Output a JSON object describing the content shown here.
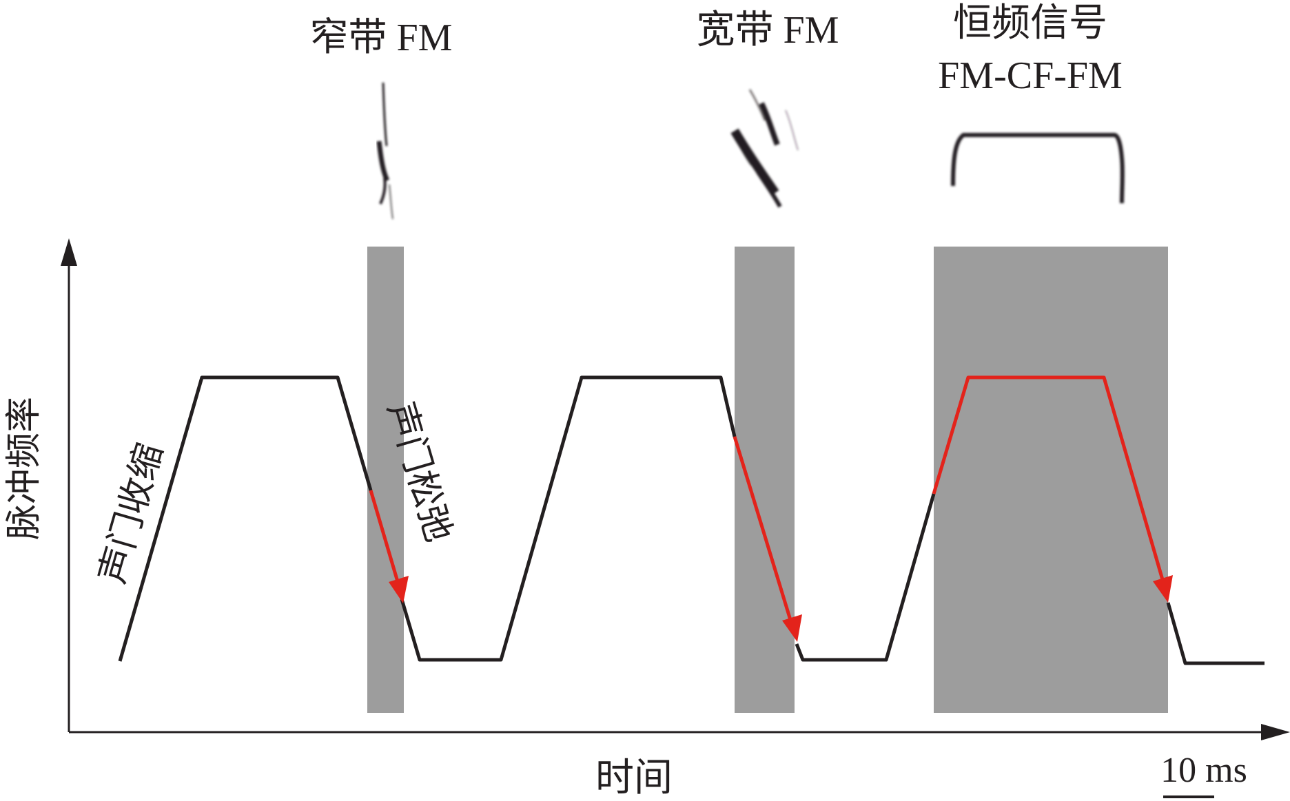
{
  "labels": {
    "narrowband": "窄带 FM",
    "broadband": "宽带 FM",
    "constant_freq_line1": "恒频信号",
    "constant_freq_line2": "FM-CF-FM",
    "glottis_contract": "声门收缩",
    "glottis_relax": "声门松弛",
    "y_axis": "脉冲频率",
    "x_axis": "时间",
    "scale_bar": "10 ms"
  },
  "colors": {
    "line": "#231f20",
    "highlight": "#e3231b",
    "shade": "#9d9d9d"
  }
}
